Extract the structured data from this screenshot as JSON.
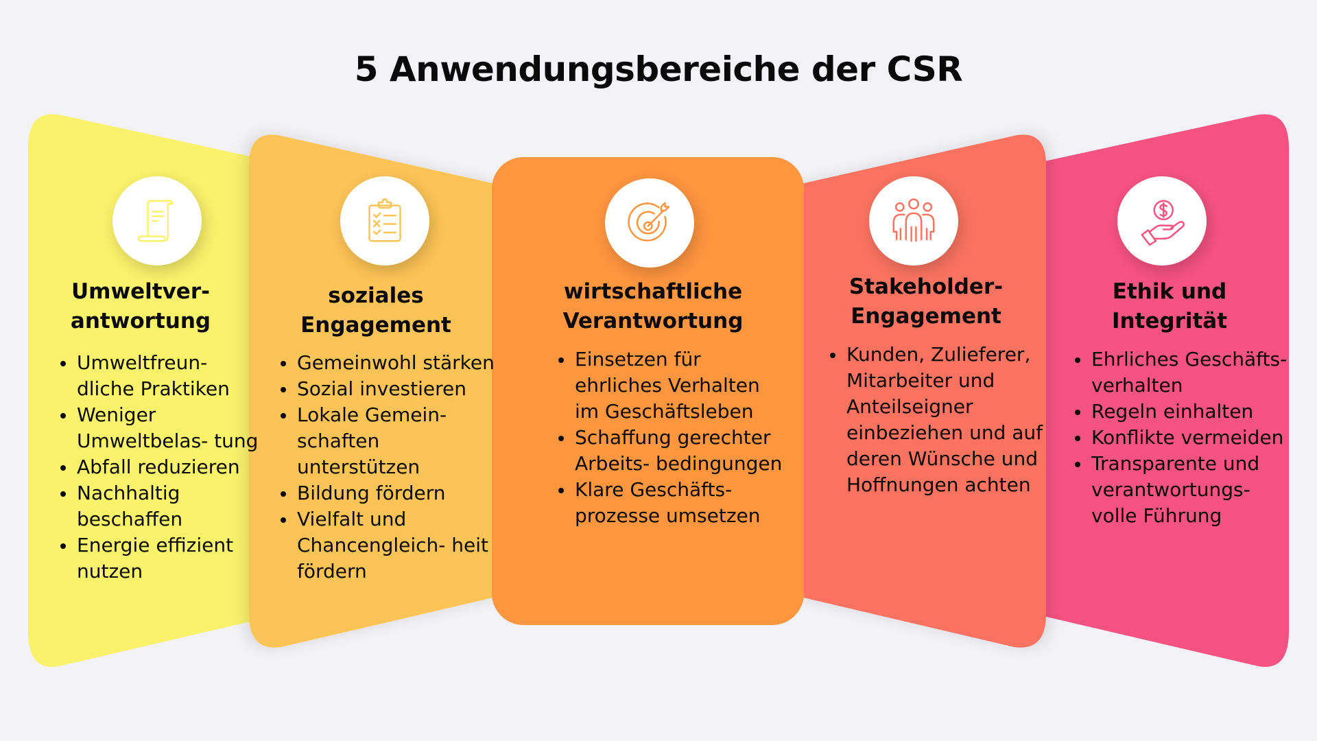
{
  "title": "5 Anwendungsbereiche der CSR",
  "colors": {
    "background": "#f3f2f7",
    "card1": "#faf26b",
    "card2": "#fcc356",
    "card3": "#fe953f",
    "card4": "#fb7361",
    "card5": "#f65282"
  },
  "cards": [
    {
      "title_lines": [
        "Umweltver-",
        "antwortung"
      ],
      "icon": "scroll-document-icon",
      "items": [
        "Umweltfreun- dliche Praktiken",
        "Weniger Umweltbelas- tung",
        "Abfall reduzieren",
        "Nachhaltig beschaffen",
        "Energie effizient nutzen"
      ]
    },
    {
      "title_lines": [
        "soziales",
        "Engagement"
      ],
      "icon": "clipboard-checklist-icon",
      "items": [
        "Gemeinwohl stärken",
        "Sozial investieren",
        "Lokale Gemein- schaften unterstützen",
        "Bildung fördern",
        "Vielfalt und Chancengleich- heit fördern"
      ]
    },
    {
      "title_lines": [
        "wirtschaftliche",
        "Verantwortung"
      ],
      "icon": "target-arrow-icon",
      "items": [
        "Einsetzen für ehrliches Verhalten im Geschäftsleben",
        "Schaffung gerechter Arbeits- bedingungen",
        "Klare Geschäfts- prozesse umsetzen"
      ]
    },
    {
      "title_lines": [
        "Stakeholder-",
        "Engagement"
      ],
      "icon": "people-group-icon",
      "items": [
        "Kunden, Zulieferer, Mitarbeiter und Anteilseigner einbeziehen und auf deren Wünsche und Hoffnungen achten"
      ]
    },
    {
      "title_lines": [
        "Ethik und",
        "Integrität"
      ],
      "icon": "hand-coin-dollar-icon",
      "items": [
        "Ehrliches Geschäfts- verhalten",
        "Regeln einhalten",
        "Konflikte vermeiden",
        "Transparente und verantwortungs- volle Führung"
      ]
    }
  ]
}
